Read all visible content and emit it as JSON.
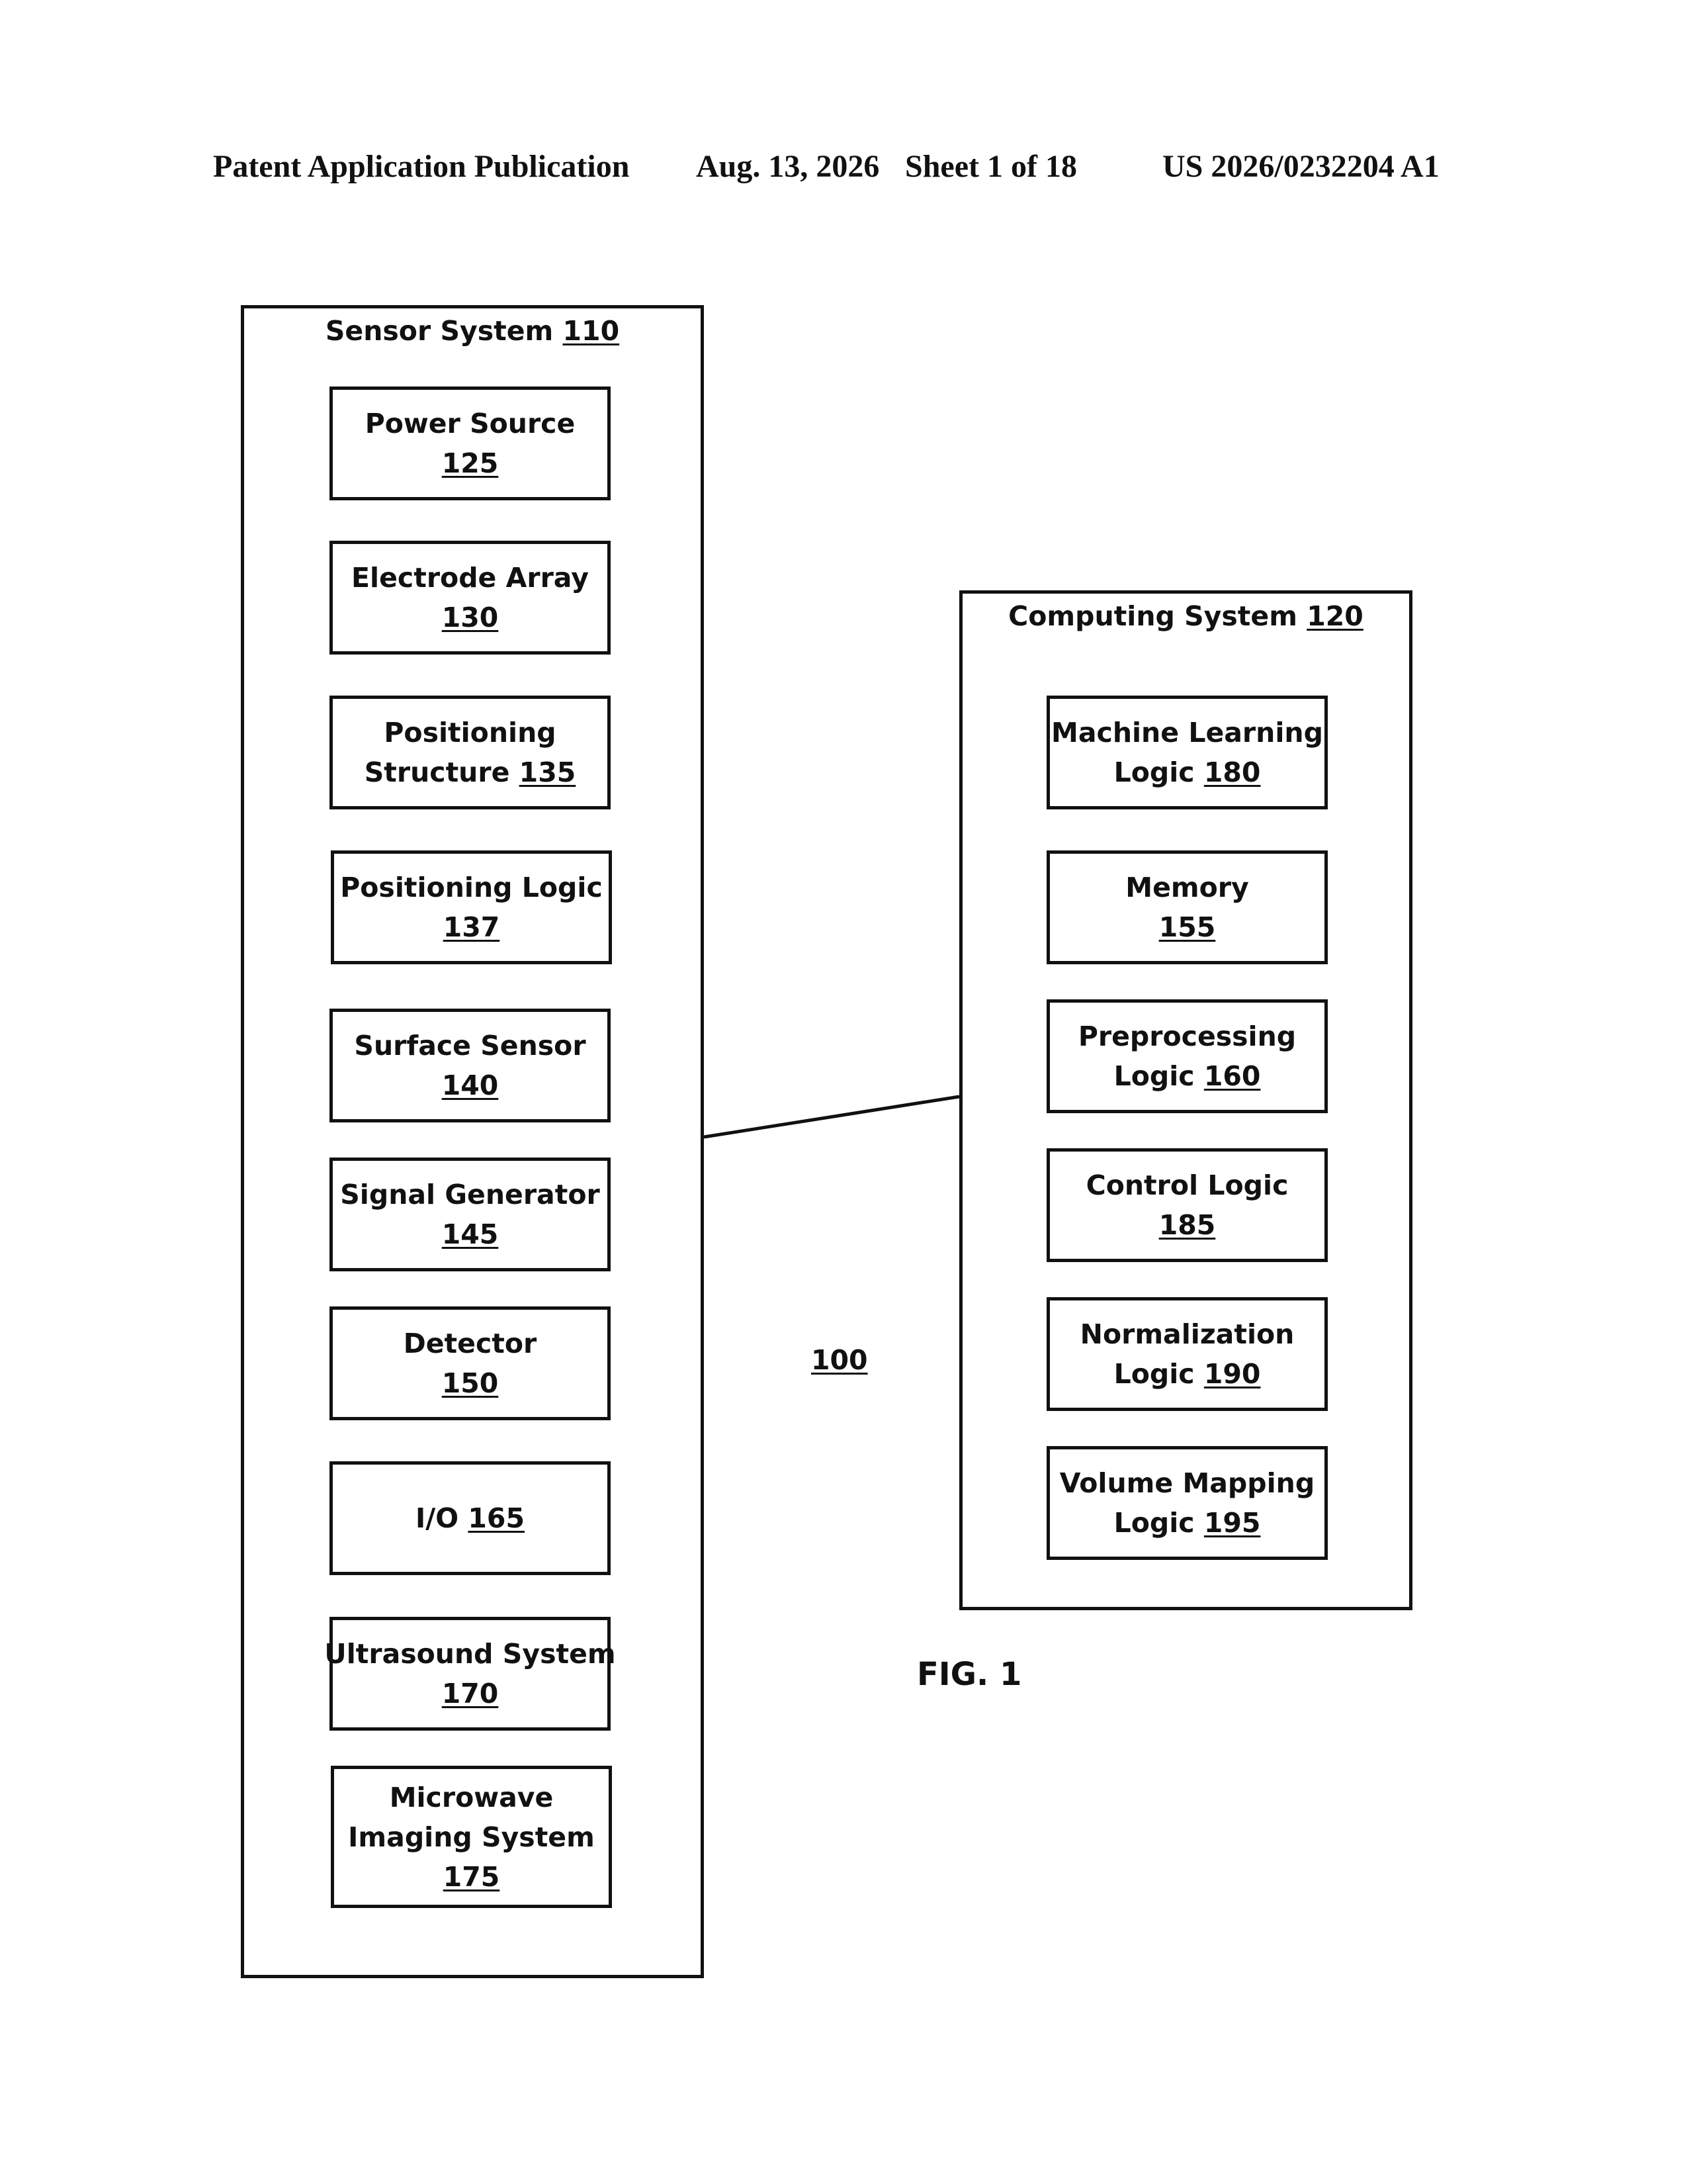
{
  "header": {
    "publication": "Patent Application Publication",
    "date": "Aug. 13, 2026",
    "sheet": "Sheet 1 of 18",
    "number": "US 2026/0232204 A1"
  },
  "sensor_system": {
    "title": "Sensor System",
    "ref": "110",
    "components": [
      {
        "line1": "Power Source",
        "line2": "",
        "ref": "125"
      },
      {
        "line1": "Electrode Array",
        "line2": "",
        "ref": "130"
      },
      {
        "line1": "Positioning",
        "line2": "Structure",
        "ref": "135"
      },
      {
        "line1": "Positioning Logic",
        "line2": "",
        "ref": "137"
      },
      {
        "line1": "Surface Sensor",
        "line2": "",
        "ref": "140"
      },
      {
        "line1": "Signal Generator",
        "line2": "",
        "ref": "145"
      },
      {
        "line1": "Detector",
        "line2": "",
        "ref": "150"
      },
      {
        "line1": "",
        "line2": "I/O",
        "ref": "165"
      },
      {
        "line1": "Ultrasound System",
        "line2": "",
        "ref": "170"
      },
      {
        "line1": "Microwave",
        "line2": "Imaging System",
        "ref": "175"
      }
    ]
  },
  "computing_system": {
    "title": "Computing System",
    "ref": "120",
    "components": [
      {
        "line1": "Machine Learning",
        "line2": "Logic",
        "ref": "180"
      },
      {
        "line1": "Memory",
        "line2": "",
        "ref": "155"
      },
      {
        "line1": "Preprocessing",
        "line2": "Logic",
        "ref": "160"
      },
      {
        "line1": "Control Logic",
        "line2": "",
        "ref": "185"
      },
      {
        "line1": "Normalization",
        "line2": "Logic",
        "ref": "190"
      },
      {
        "line1": "Volume Mapping",
        "line2": "Logic",
        "ref": "195"
      }
    ]
  },
  "system_ref": "100",
  "figure_label": "FIG. 1"
}
